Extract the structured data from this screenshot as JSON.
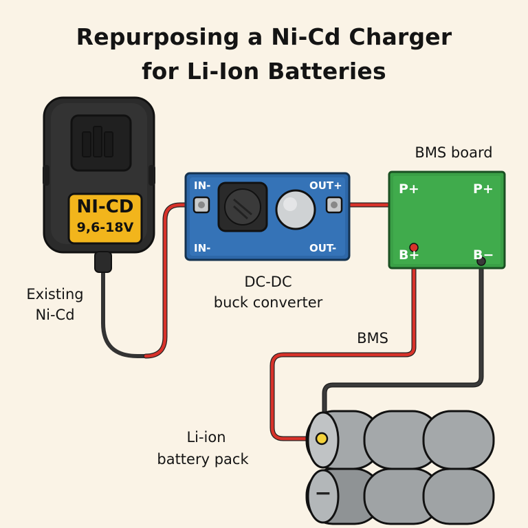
{
  "title": {
    "line1": "Repurposing a Ni-Cd Charger",
    "line2": "for Li-Ion Batteries"
  },
  "charger": {
    "model": "NI-CD",
    "voltage": "9,6-18V",
    "caption_line1": "Existing",
    "caption_line2": "Ni-Cd"
  },
  "converter": {
    "pin_in_top": "IN-",
    "pin_in_bottom": "IN-",
    "pin_out_top": "OUT+",
    "pin_out_bottom": "OUT-",
    "caption_line1": "DC-DC",
    "caption_line2": "buck converter"
  },
  "bms": {
    "caption": "BMS board",
    "pin_p_left": "P+",
    "pin_p_right": "P+",
    "pin_b_pos": "B+",
    "pin_b_neg": "B−",
    "wire_label": "BMS"
  },
  "battery": {
    "caption_line1": "Li-ion",
    "caption_line2": "battery pack",
    "neg_symbol": "−"
  },
  "colors": {
    "background": "#faf3e6",
    "charger_body": "#2b2b2b",
    "charger_label": "#f2b51c",
    "converter_board": "#2d67a8",
    "bms_board": "#3aa046",
    "wire_red": "#d8322a",
    "wire_black": "#3a3a3a",
    "cell": "#9fa3a5"
  }
}
